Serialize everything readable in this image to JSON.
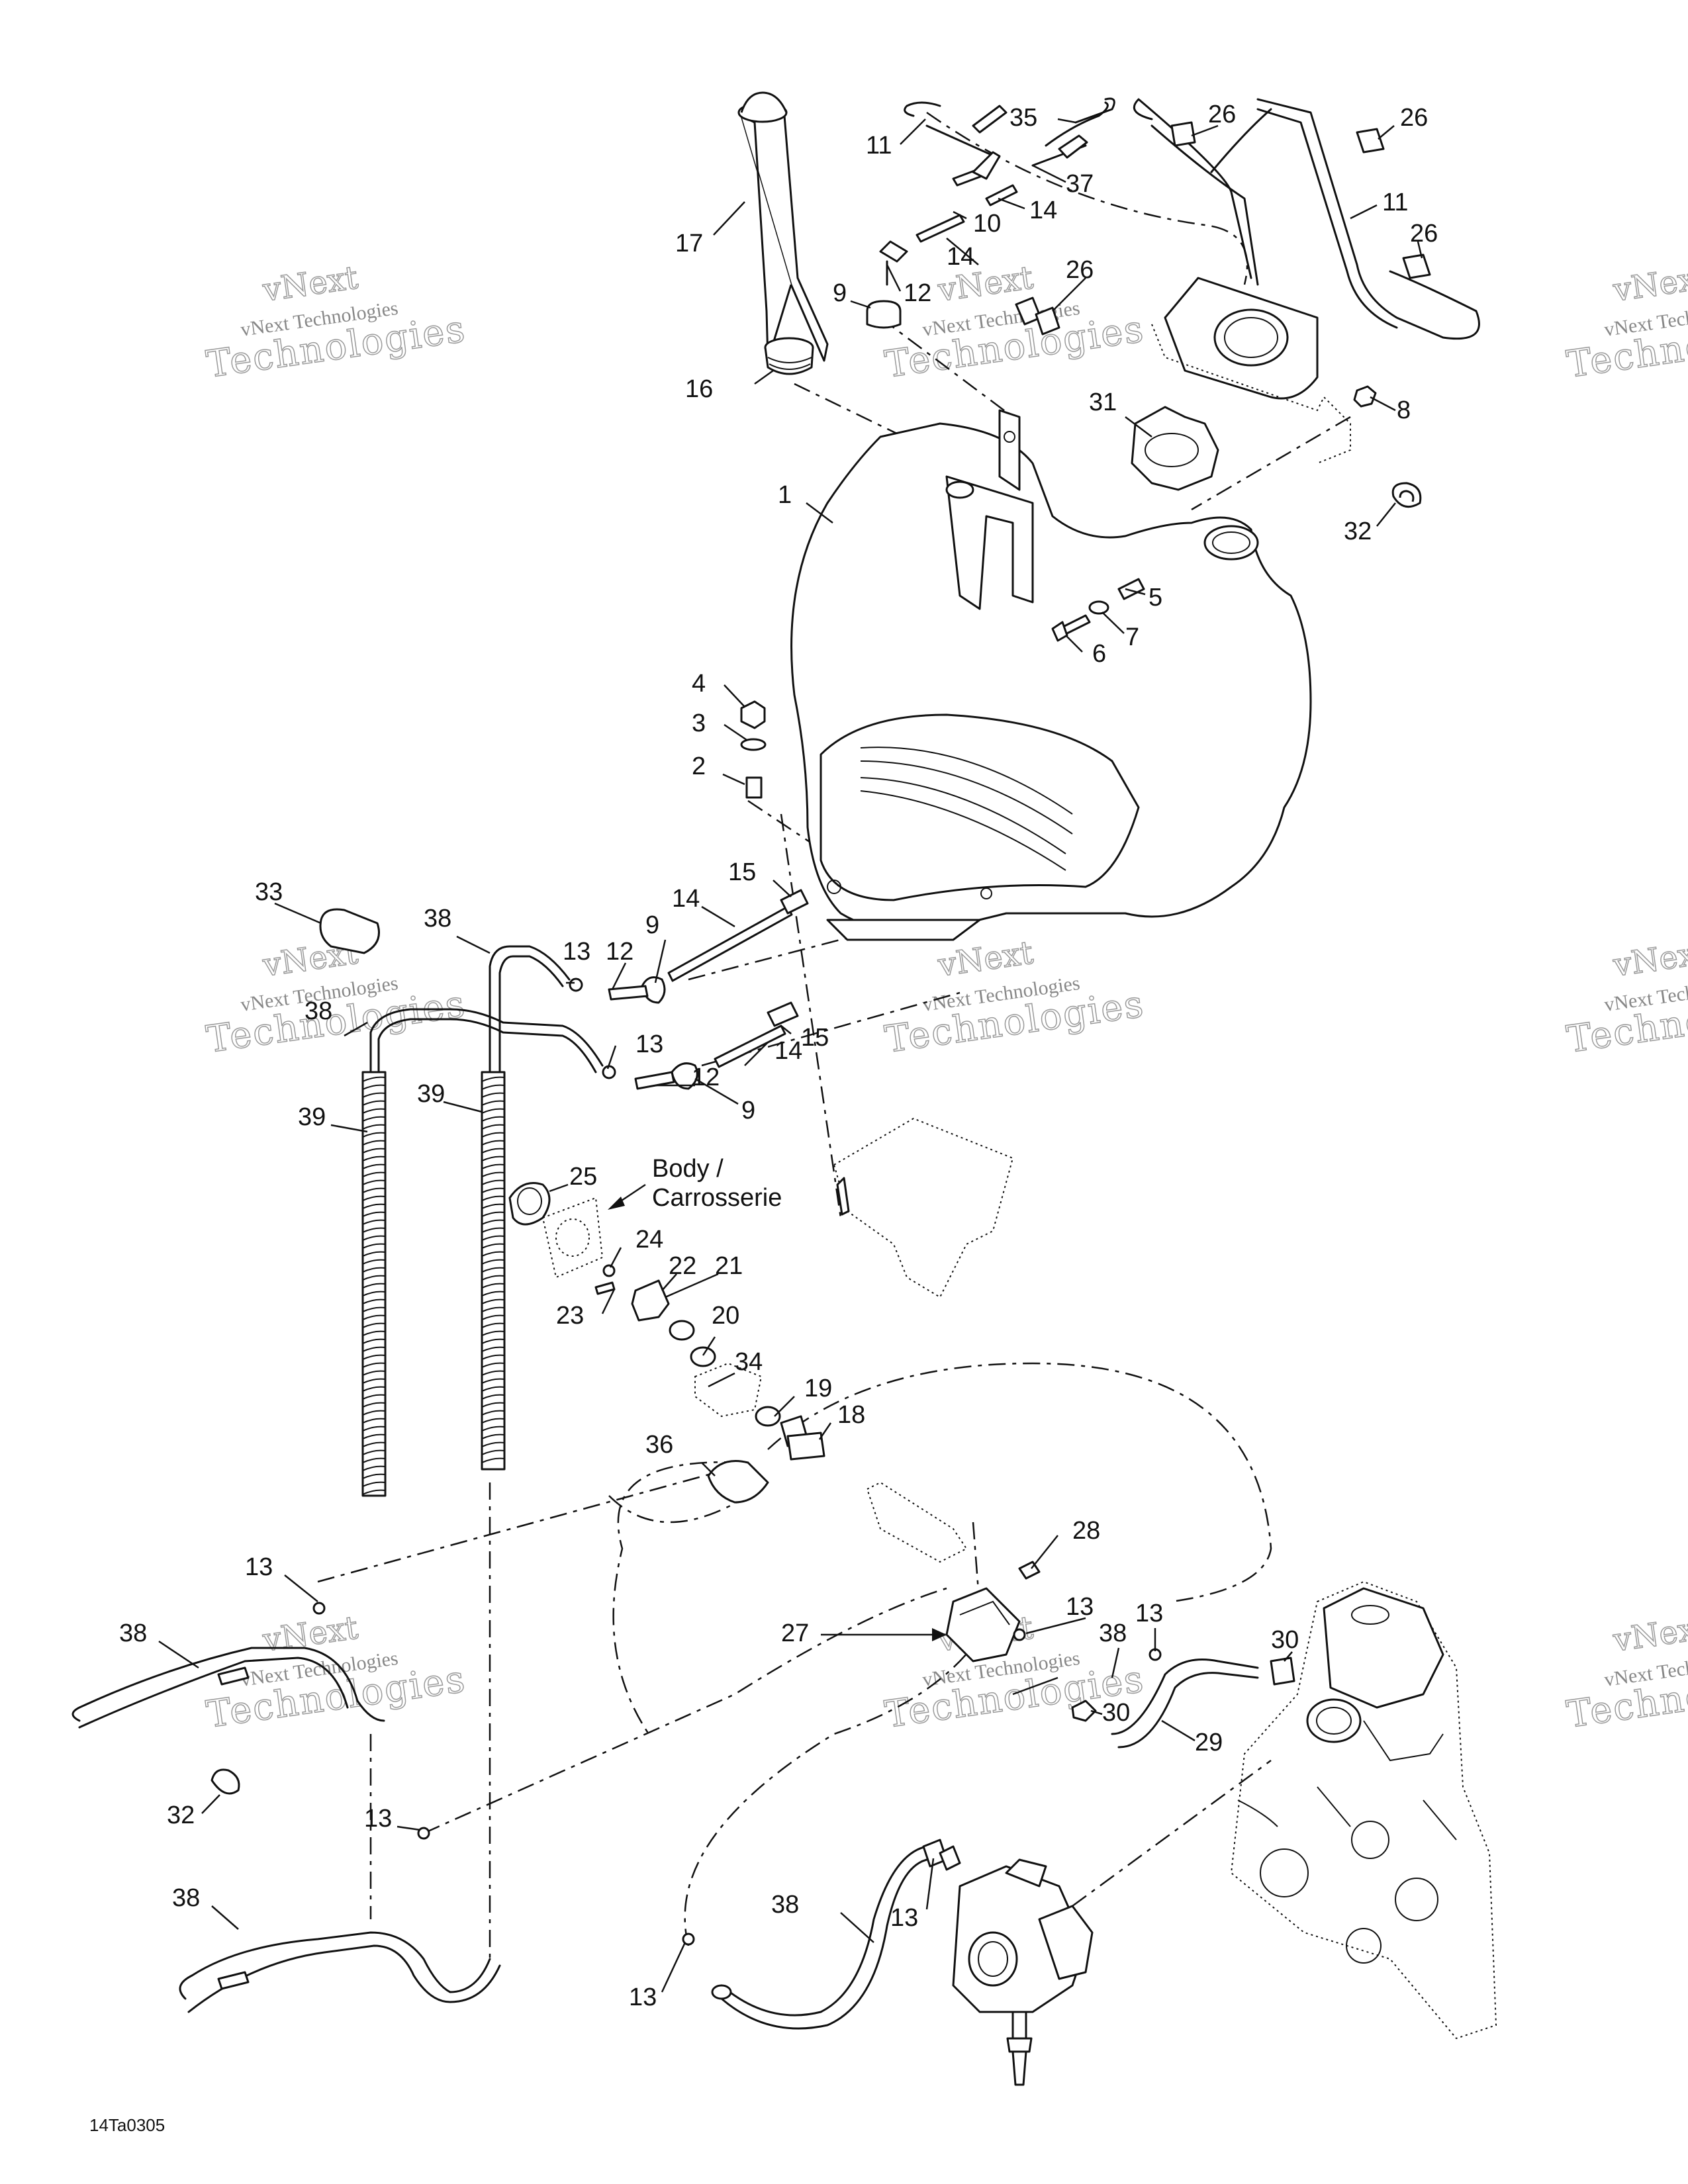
{
  "diagram": {
    "reference_code": "14Ta0305",
    "body_label_line1": "Body /",
    "body_label_line2": "Carrosserie"
  },
  "watermark": {
    "line1": "vNext Technologies",
    "line2": "Technologies",
    "line3": "vNext"
  },
  "callouts": [
    {
      "id": "c1",
      "label": "1"
    },
    {
      "id": "c2",
      "label": "2"
    },
    {
      "id": "c3",
      "label": "3"
    },
    {
      "id": "c4",
      "label": "4"
    },
    {
      "id": "c5",
      "label": "5"
    },
    {
      "id": "c6",
      "label": "6"
    },
    {
      "id": "c7",
      "label": "7"
    },
    {
      "id": "c8",
      "label": "8"
    },
    {
      "id": "c9a",
      "label": "9"
    },
    {
      "id": "c9b",
      "label": "9"
    },
    {
      "id": "c9c",
      "label": "9"
    },
    {
      "id": "c10",
      "label": "10"
    },
    {
      "id": "c11a",
      "label": "11"
    },
    {
      "id": "c11b",
      "label": "11"
    },
    {
      "id": "c12a",
      "label": "12"
    },
    {
      "id": "c12b",
      "label": "12"
    },
    {
      "id": "c12c",
      "label": "12"
    },
    {
      "id": "c13a",
      "label": "13"
    },
    {
      "id": "c13b",
      "label": "13"
    },
    {
      "id": "c13c",
      "label": "13"
    },
    {
      "id": "c13d",
      "label": "13"
    },
    {
      "id": "c13e",
      "label": "13"
    },
    {
      "id": "c13f",
      "label": "13"
    },
    {
      "id": "c13g",
      "label": "13"
    },
    {
      "id": "c13h",
      "label": "13"
    },
    {
      "id": "c14a",
      "label": "14"
    },
    {
      "id": "c14b",
      "label": "14"
    },
    {
      "id": "c14c",
      "label": "14"
    },
    {
      "id": "c14d",
      "label": "14"
    },
    {
      "id": "c15a",
      "label": "15"
    },
    {
      "id": "c15b",
      "label": "15"
    },
    {
      "id": "c16",
      "label": "16"
    },
    {
      "id": "c17",
      "label": "17"
    },
    {
      "id": "c18",
      "label": "18"
    },
    {
      "id": "c19",
      "label": "19"
    },
    {
      "id": "c20",
      "label": "20"
    },
    {
      "id": "c21",
      "label": "21"
    },
    {
      "id": "c22",
      "label": "22"
    },
    {
      "id": "c23",
      "label": "23"
    },
    {
      "id": "c24",
      "label": "24"
    },
    {
      "id": "c25",
      "label": "25"
    },
    {
      "id": "c26a",
      "label": "26"
    },
    {
      "id": "c26b",
      "label": "26"
    },
    {
      "id": "c26c",
      "label": "26"
    },
    {
      "id": "c26d",
      "label": "26"
    },
    {
      "id": "c27",
      "label": "27"
    },
    {
      "id": "c28",
      "label": "28"
    },
    {
      "id": "c29",
      "label": "29"
    },
    {
      "id": "c30a",
      "label": "30"
    },
    {
      "id": "c30b",
      "label": "30"
    },
    {
      "id": "c31",
      "label": "31"
    },
    {
      "id": "c32a",
      "label": "32"
    },
    {
      "id": "c32b",
      "label": "32"
    },
    {
      "id": "c33",
      "label": "33"
    },
    {
      "id": "c34",
      "label": "34"
    },
    {
      "id": "c35",
      "label": "35"
    },
    {
      "id": "c36",
      "label": "36"
    },
    {
      "id": "c37",
      "label": "37"
    },
    {
      "id": "c38a",
      "label": "38"
    },
    {
      "id": "c38b",
      "label": "38"
    },
    {
      "id": "c38c",
      "label": "38"
    },
    {
      "id": "c38d",
      "label": "38"
    },
    {
      "id": "c38e",
      "label": "38"
    },
    {
      "id": "c38f",
      "label": "38"
    },
    {
      "id": "c39a",
      "label": "39"
    },
    {
      "id": "c39b",
      "label": "39"
    }
  ]
}
